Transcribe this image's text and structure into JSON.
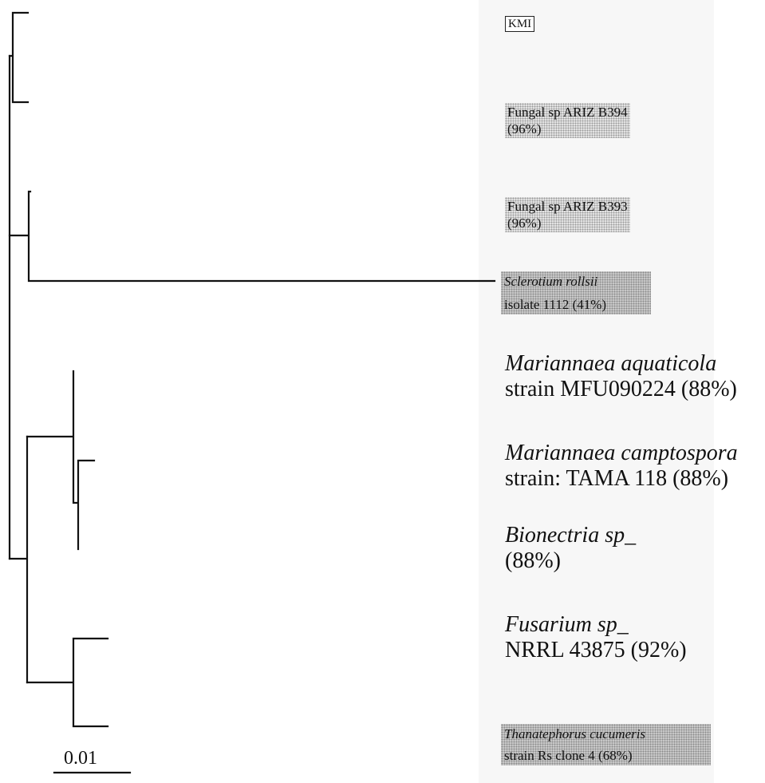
{
  "figure": {
    "root_label": "KMI",
    "scale_bar_label": "0.01"
  },
  "taxa": [
    {
      "id": "kmi",
      "name": "KMI",
      "detail": "",
      "style": "boxed"
    },
    {
      "id": "arizb394",
      "name": "Fungal sp ARIZ B394",
      "detail": "(96%)",
      "style": "dotted"
    },
    {
      "id": "arizb393",
      "name": "Fungal sp ARIZ B393",
      "detail": "(96%)",
      "style": "dotted"
    },
    {
      "id": "sclerotium",
      "name": "Sclerotium rollsii",
      "detail": "isolate 1112 (41%)",
      "style": "shaded"
    },
    {
      "id": "m-aquaticola",
      "name": "Mariannaea aquaticola",
      "detail": "strain MFU090224 (88%)",
      "style": "plain"
    },
    {
      "id": "m-camptospora",
      "name": "Mariannaea camptospora",
      "detail": "strain: TAMA 118 (88%)",
      "style": "plain"
    },
    {
      "id": "bionectria",
      "name": "Bionectria sp_",
      "detail": "(88%)",
      "style": "plain"
    },
    {
      "id": "fusarium",
      "name": "Fusarium sp_",
      "detail": "NRRL 43875 (92%)",
      "style": "plain"
    },
    {
      "id": "thanatephorus",
      "name": "Thanatephorus cucumeris",
      "detail": "strain Rs clone 4 (68%)",
      "style": "shaded"
    }
  ]
}
